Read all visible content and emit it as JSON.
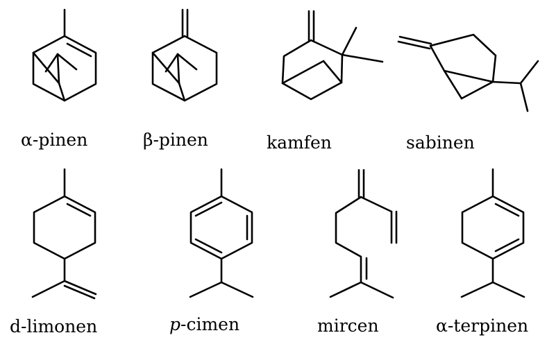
{
  "compounds": [
    {
      "id": "alpha-pinene",
      "label": "α-pinen"
    },
    {
      "id": "beta-pinene",
      "label": "β-pinen"
    },
    {
      "id": "camphene",
      "label": "kamfen"
    },
    {
      "id": "sabinene",
      "label": "sabinen"
    },
    {
      "id": "d-limonene",
      "label": "d-limonen"
    },
    {
      "id": "p-cymene",
      "label_prefix": "p",
      "label_suffix": "-cimen"
    },
    {
      "id": "myrcene",
      "label": "mircen"
    },
    {
      "id": "alpha-terpinene",
      "label": "α-terpinen"
    }
  ],
  "colors": {
    "bond": "#000000",
    "background": "#ffffff",
    "text": "#000000"
  }
}
